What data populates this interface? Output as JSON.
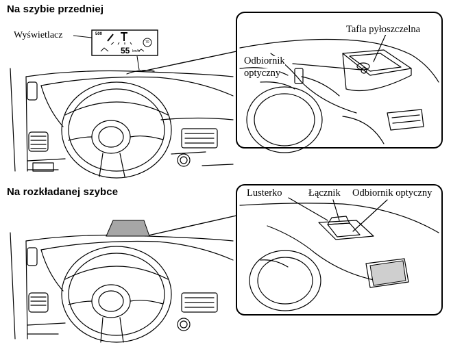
{
  "sections": [
    {
      "heading": "Na szybie przedniej",
      "display_label": "Wyświetlacz",
      "hud": {
        "speed_limit_box": "500",
        "speed": "55",
        "speed_unit": "km/h",
        "sign": "70"
      },
      "callouts": [
        "Tafla pyłoszczelna",
        "Odbiornik",
        "optyczny"
      ]
    },
    {
      "heading": "Na rozkładanej szybce",
      "callouts": [
        "Lusterko",
        "Łącznik",
        "Odbiornik optyczny"
      ]
    }
  ]
}
